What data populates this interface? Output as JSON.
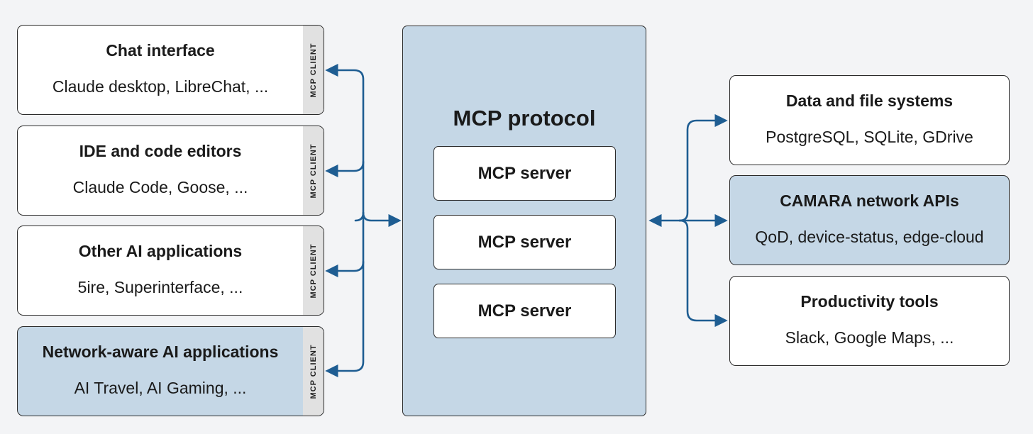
{
  "clients": [
    {
      "title": "Chat interface",
      "subtitle": "Claude desktop, LibreChat, ...",
      "tag": "MCP CLIENT"
    },
    {
      "title": "IDE and code editors",
      "subtitle": "Claude Code, Goose, ...",
      "tag": "MCP CLIENT"
    },
    {
      "title": "Other AI applications",
      "subtitle": "5ire, Superinterface, ...",
      "tag": "MCP CLIENT"
    },
    {
      "title": "Network-aware AI applications",
      "subtitle": "AI Travel, AI Gaming, ...",
      "tag": "MCP CLIENT"
    }
  ],
  "protocol": {
    "title": "MCP protocol",
    "servers": [
      "MCP server",
      "MCP server",
      "MCP server"
    ]
  },
  "services": [
    {
      "title": "Data and file systems",
      "subtitle": "PostgreSQL, SQLite, GDrive"
    },
    {
      "title": "CAMARA network APIs",
      "subtitle": "QoD, device-status, edge-cloud"
    },
    {
      "title": "Productivity tools",
      "subtitle": "Slack, Google Maps, ..."
    }
  ],
  "colors": {
    "highlight": "#c5d7e6",
    "arrow": "#1e5d92",
    "client_tag": "#e1e1e1"
  }
}
